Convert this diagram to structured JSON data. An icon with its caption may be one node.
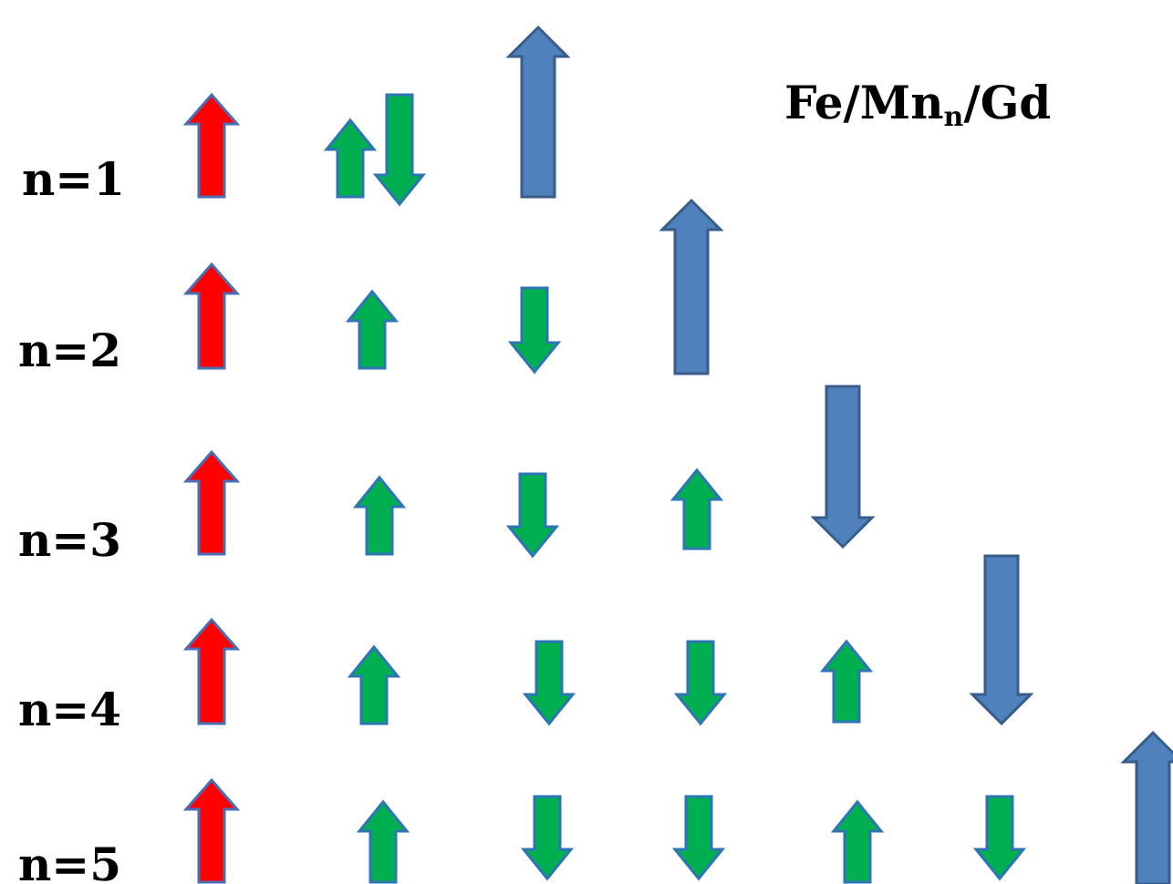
{
  "diagram": {
    "labels": [
      "Fe/Mn$_{n}$/Gd",
      "n=1",
      "n=2",
      "n=3",
      "n=4",
      "n=5"
    ]
  }
}
